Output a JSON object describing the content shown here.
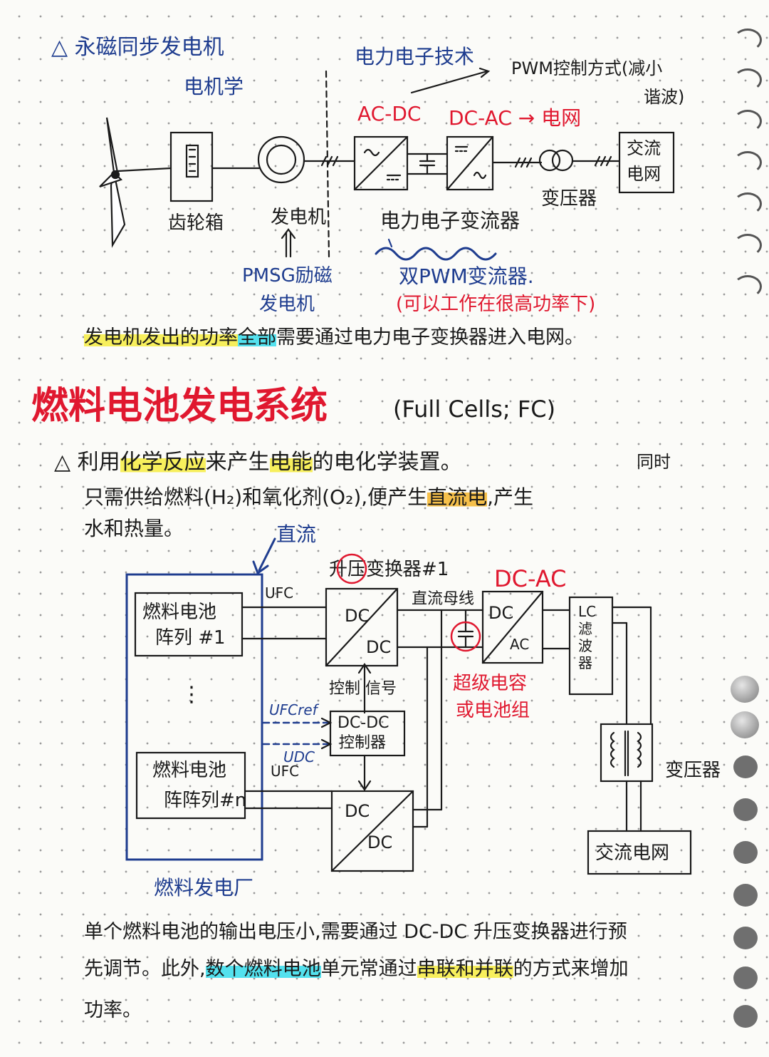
{
  "section1": {
    "title": "△ 永磁同步发电机",
    "subtitle": "电机学",
    "tech_label": "电力电子技术",
    "pwm_note_line1": "PWM控制方式(减小",
    "pwm_note_line2": "谐波)",
    "acdc_label": "AC-DC",
    "dcac_label": "DC-AC → 电网",
    "grid_box_line1": "交流",
    "grid_box_line2": "电网",
    "gearbox_label": "齿轮箱",
    "generator_label": "发电机",
    "transformer_label": "变压器",
    "converter_label": "电力电子变流器",
    "pmsg_line1": "PMSG励磁",
    "pmsg_line2": "发电机",
    "dual_pwm_label": "双PWM变流器.",
    "dual_pwm_note": "(可以工作在很高功率下)",
    "summary_pre": "发电机发出的功率",
    "summary_hl": "全部",
    "summary_post": "需要通过电力电子变换器进入电网。"
  },
  "section2": {
    "title": "燃料电池发电系统",
    "title_en": "(Full Cells; FC)",
    "line1_pre": "△ 利用",
    "line1_hl1": "化学反应",
    "line1_mid": "来产生",
    "line1_hl2": "电能",
    "line1_post": "的电化学装置。",
    "tongshi": "同时",
    "line2_pre": "只需供给燃料(H₂)和氧化剂(O₂),便产生",
    "line2_hl": "直流电",
    "line2_post": ",产生",
    "line3": "水和热量。",
    "dc_note": "直流",
    "ufc_top": "UFC",
    "ufc_bottom": "UFC",
    "stack1_line1": "燃料电池",
    "stack1_line2": "阵列 #1",
    "stack_dots": "⋮",
    "stackn_line1": "燃料电池",
    "stackn_line2": "阵阵列#n",
    "boost_label": "升压变换器#1",
    "dc_bus_label": "直流母线",
    "dcac_label": "DC-AC",
    "dc": "DC",
    "ac": "AC",
    "lc_filter": "LC 滤波器",
    "control_signal": "控制 信号",
    "u_ref": "UFCref",
    "u_dc": "UDC",
    "controller_line1": "DC-DC",
    "controller_line2": "控制器",
    "supercap_line1": "超级电容",
    "supercap_line2": "或电池组",
    "transformer_label": "变压器",
    "grid_label": "交流电网",
    "plant_label": "燃料发电厂",
    "para_line1": "单个燃料电池的输出电压小,需要通过 DC-DC 升压变换器进行预",
    "para_line2_pre": "先调节。此外,",
    "para_line2_hl": "数个燃料电池",
    "para_line2_mid": "单元常通过",
    "para_line2_hl2": "串联和并联",
    "para_line2_post": "的方式来增加",
    "para_line3": "功率。"
  },
  "colors": {
    "blue_ink": "#1f3d8f",
    "red_ink": "#e0182f",
    "black_ink": "#1a1a1a",
    "yellow_highlight": "#f7ef5c",
    "cyan_highlight": "#53e1ee",
    "orange_highlight": "#f6c04a"
  }
}
